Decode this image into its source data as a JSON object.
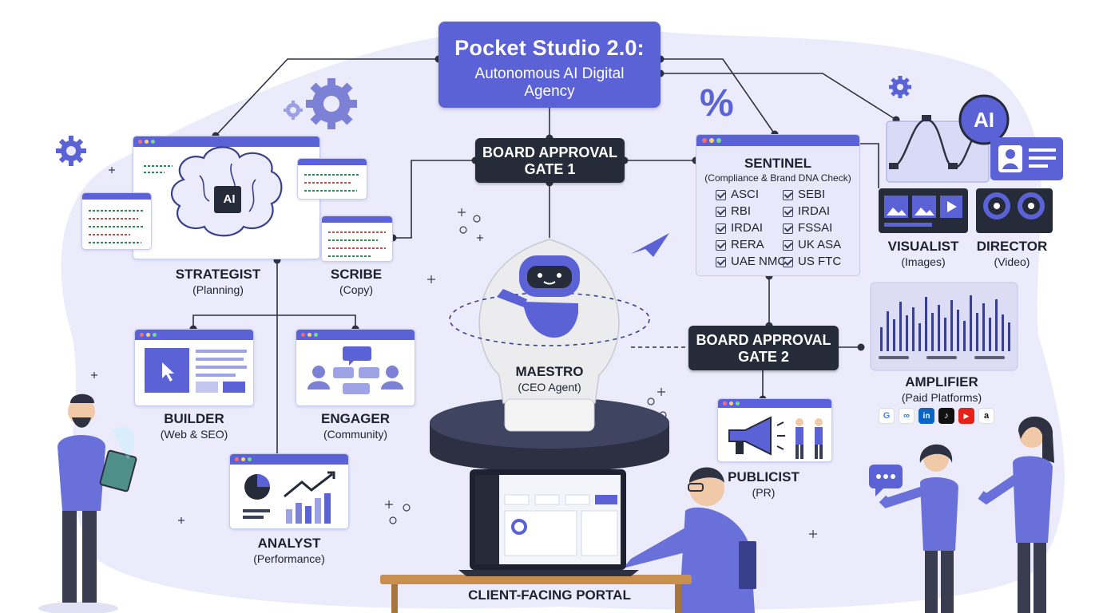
{
  "title": {
    "line1": "Pocket Studio 2.0:",
    "line2": "Autonomous AI Digital Agency"
  },
  "gates": {
    "gate1": {
      "line1": "BOARD APPROVAL",
      "line2": "GATE 1"
    },
    "gate2": {
      "line1": "BOARD APPROVAL",
      "line2": "GATE 2"
    }
  },
  "agents": {
    "strategist": {
      "name": "STRATEGIST",
      "role": "(Planning)"
    },
    "scribe": {
      "name": "SCRIBE",
      "role": "(Copy)"
    },
    "builder": {
      "name": "BUILDER",
      "role": "(Web & SEO)"
    },
    "engager": {
      "name": "ENGAGER",
      "role": "(Community)"
    },
    "analyst": {
      "name": "ANALYST",
      "role": "(Performance)"
    },
    "maestro": {
      "name": "MAESTRO",
      "role": "(CEO Agent)"
    },
    "visualist": {
      "name": "VISUALIST",
      "role": "(Images)"
    },
    "director": {
      "name": "DIRECTOR",
      "role": "(Video)"
    },
    "amplifier": {
      "name": "AMPLIFIER",
      "role": "(Paid Platforms)"
    },
    "publicist": {
      "name": "PUBLICIST",
      "role": "(PR)"
    }
  },
  "sentinel": {
    "title": "SENTINEL",
    "subtitle": "(Compliance & Brand DNA Check)",
    "checks": [
      "ASCI",
      "SEBI",
      "RBI",
      "IRDAI",
      "IRDAI",
      "FSSAI",
      "RERA",
      "UK ASA",
      "UAE NMC",
      "US FTC"
    ]
  },
  "badges": {
    "ai_chip": "AI",
    "ai_circle": "AI",
    "percent": "%"
  },
  "portal": {
    "label": "CLIENT-FACING PORTAL"
  },
  "colors": {
    "primary": "#5b62d6",
    "dark": "#262b3a",
    "background_blob": "#e9eafb"
  }
}
